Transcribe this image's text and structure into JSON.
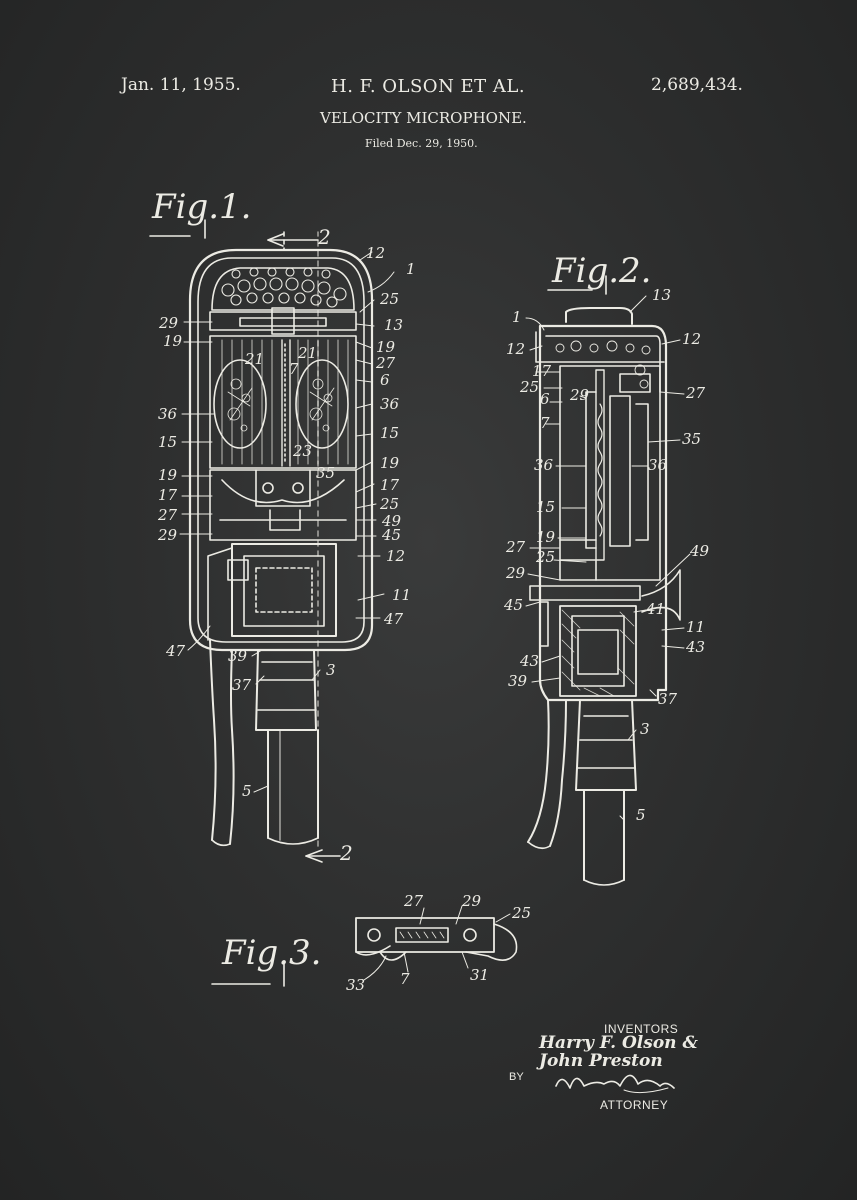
{
  "header": {
    "date": "Jan. 11, 1955.",
    "inventors_short": "H. F. OLSON ET AL.",
    "patent_number": "2,689,434.",
    "title": "VELOCITY MICROPHONE.",
    "filed": "Filed Dec. 29, 1950."
  },
  "figures": {
    "fig1": "Fig.1.",
    "fig2": "Fig.2.",
    "fig3": "Fig.3.",
    "section_mark": "2"
  },
  "signature_block": {
    "inventors_label": "INVENTORS",
    "inventor_line1": "Harry F. Olson &",
    "inventor_line2": "John Preston",
    "by_label": "BY",
    "attorney_label": "ATTORNEY"
  },
  "ref_numerals": {
    "fig1_left": [
      "29",
      "19",
      "36",
      "15",
      "19",
      "17",
      "27",
      "29",
      "47",
      "39",
      "37",
      "5"
    ],
    "fig1_right": [
      "12",
      "1",
      "25",
      "13",
      "19",
      "27",
      "6",
      "36",
      "15",
      "19",
      "17",
      "25",
      "49",
      "45",
      "12",
      "11",
      "47",
      "3"
    ],
    "fig1_center": [
      "21",
      "21",
      "7",
      "23",
      "35"
    ],
    "fig2_left": [
      "1",
      "12",
      "17",
      "25",
      "6",
      "7",
      "36",
      "15",
      "19",
      "27",
      "25",
      "29",
      "45",
      "43",
      "39"
    ],
    "fig2_right": [
      "13",
      "12",
      "29",
      "27",
      "35",
      "36",
      "49",
      "41",
      "11",
      "43",
      "37",
      "3",
      "5"
    ],
    "fig3": [
      "27",
      "29",
      "25",
      "33",
      "7",
      "31"
    ]
  },
  "colors": {
    "chalkboard": "#2e2f2f",
    "chalk": "#ecebe4"
  }
}
